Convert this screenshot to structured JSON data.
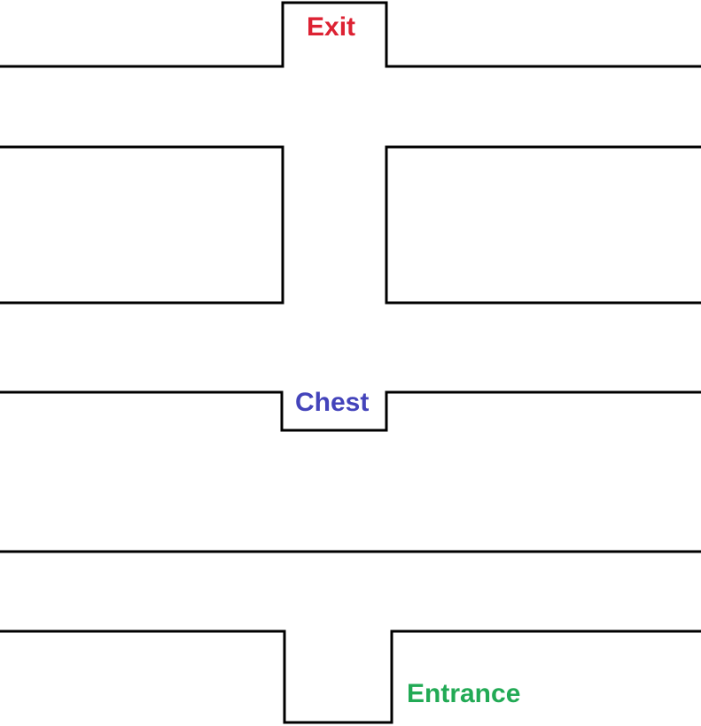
{
  "labels": {
    "exit": "Exit",
    "chest": "Chest",
    "entrance": "Entrance"
  },
  "colors": {
    "background": "#ffffff",
    "wall": "#000000",
    "exit": "#dd2233",
    "chest": "#4444bb",
    "entrance": "#22aa55"
  }
}
